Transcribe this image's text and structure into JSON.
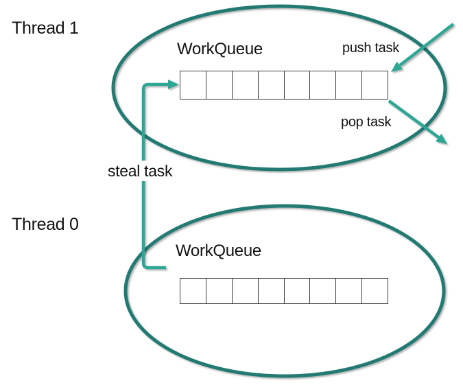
{
  "labels": {
    "thread1": "Thread 1",
    "thread0": "Thread 0",
    "workqueue_top": "WorkQueue",
    "workqueue_bottom": "WorkQueue",
    "push_task": "push task",
    "pop_task": "pop task",
    "steal_task": "steal task"
  },
  "queues": {
    "top_cells": 8,
    "bottom_cells": 8
  },
  "colors": {
    "background": "#ffffff",
    "text": "#121212",
    "ellipse": "#217A72",
    "arrow": "#2FA695",
    "cell_border": "#3a3a3a"
  }
}
